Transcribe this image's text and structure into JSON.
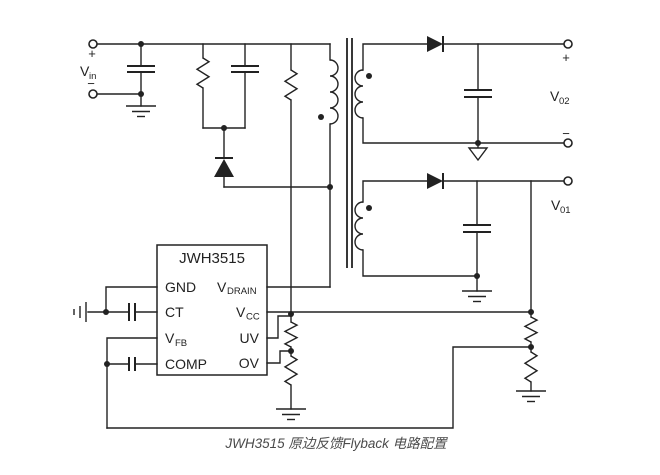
{
  "input": {
    "v": "V",
    "sub": "in",
    "plus": "+",
    "minus": "−"
  },
  "ic": {
    "title": "JWH3515",
    "pins_left": {
      "gnd": "GND",
      "ct": "CT",
      "vfb_v": "V",
      "vfb_sub": "FB",
      "comp": "COMP"
    },
    "pins_right": {
      "vdrain_v": "V",
      "vdrain_sub": "DRAIN",
      "vcc_v": "V",
      "vcc_sub": "CC",
      "uv": "UV",
      "ov": "OV"
    }
  },
  "outputs": {
    "v02": {
      "v": "V",
      "sub": "02",
      "plus": "+",
      "minus": "−"
    },
    "v01": {
      "v": "V",
      "sub": "01"
    }
  },
  "caption": "JWH3515 原边反馈Flyback 电路配置",
  "colors": {
    "line": "#222222",
    "caption": "#4a4a4a",
    "background": "#ffffff"
  }
}
